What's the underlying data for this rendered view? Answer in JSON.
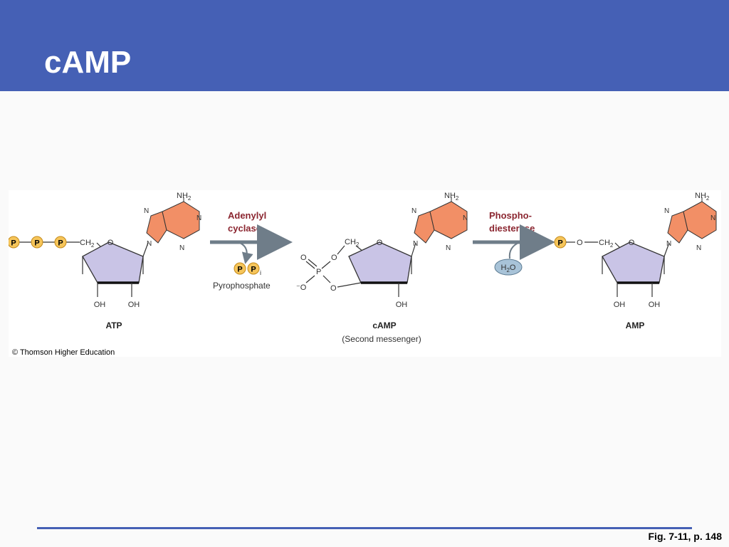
{
  "slide": {
    "title": "cAMP",
    "figure_ref": "Fig. 7-11, p. 148"
  },
  "figure": {
    "copyright": "© Thomson Higher Education",
    "phosphate_label": "P",
    "inorganic_subscript": "i",
    "nh2_label": "NH",
    "nh2_sub": "2",
    "n_label": "N",
    "oh_label": "OH",
    "o_label": "O",
    "ch2_label": "CH",
    "ch2_sub": "2",
    "minus_o_label": "⁻O",
    "atp": {
      "name": "ATP"
    },
    "camp": {
      "name": "cAMP",
      "subtitle": "(Second messenger)"
    },
    "amp": {
      "name": "AMP"
    },
    "enzyme1": {
      "line1": "Adenylyl",
      "line2": "cyclase"
    },
    "byproduct": {
      "name": "Pyrophosphate"
    },
    "enzyme2": {
      "line1": "Phospho-",
      "line2": "diesterase"
    },
    "water": {
      "label": "H",
      "sub": "2",
      "tail": "O"
    },
    "colors": {
      "header": "#4560b5",
      "phosphate_fill": "#f6c55a",
      "phosphate_stroke": "#c48a1a",
      "ribose_fill": "#c9c4e6",
      "base_fill": "#f28f66",
      "enzyme_text": "#8b2630",
      "arrow": "#6f7d89",
      "water_fill": "#a8c3d8"
    }
  }
}
